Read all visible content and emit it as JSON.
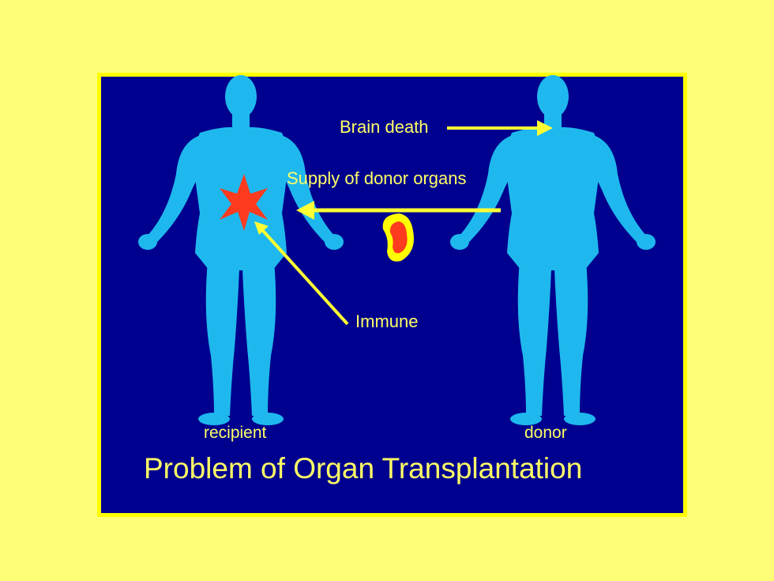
{
  "diagram": {
    "title": "Problem of Organ Transplantation",
    "labels": {
      "brain_death": "Brain death",
      "supply": "Supply of donor organs",
      "immune": "Immune",
      "recipient": "recipient",
      "donor": "donor"
    }
  },
  "colors": {
    "slide_background": "#ffff77",
    "panel_background": "#00008e",
    "panel_border": "#ffff00",
    "body": "#1fb8ee",
    "arrow": "#ffff33",
    "text": "#ffff66",
    "rejection_star": "#ff3b1f",
    "organ_inner": "#ff3b1f",
    "organ_outer": "#ffff00"
  }
}
